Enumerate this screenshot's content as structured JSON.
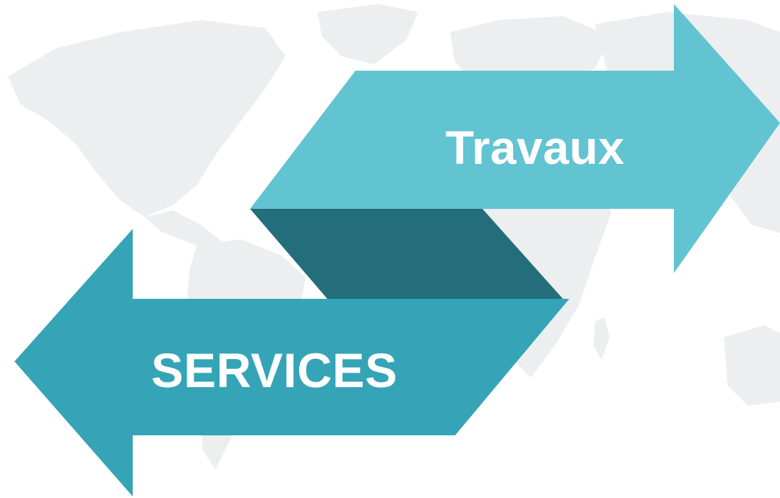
{
  "graphic": {
    "top_arrow": {
      "label": "Travaux",
      "direction": "right",
      "color": "#62c3d1"
    },
    "bottom_arrow": {
      "label": "SERVICES",
      "direction": "left",
      "color": "#35a4b6"
    },
    "overlap_color": "#236e7a",
    "background_map_color": "#eceeef"
  }
}
